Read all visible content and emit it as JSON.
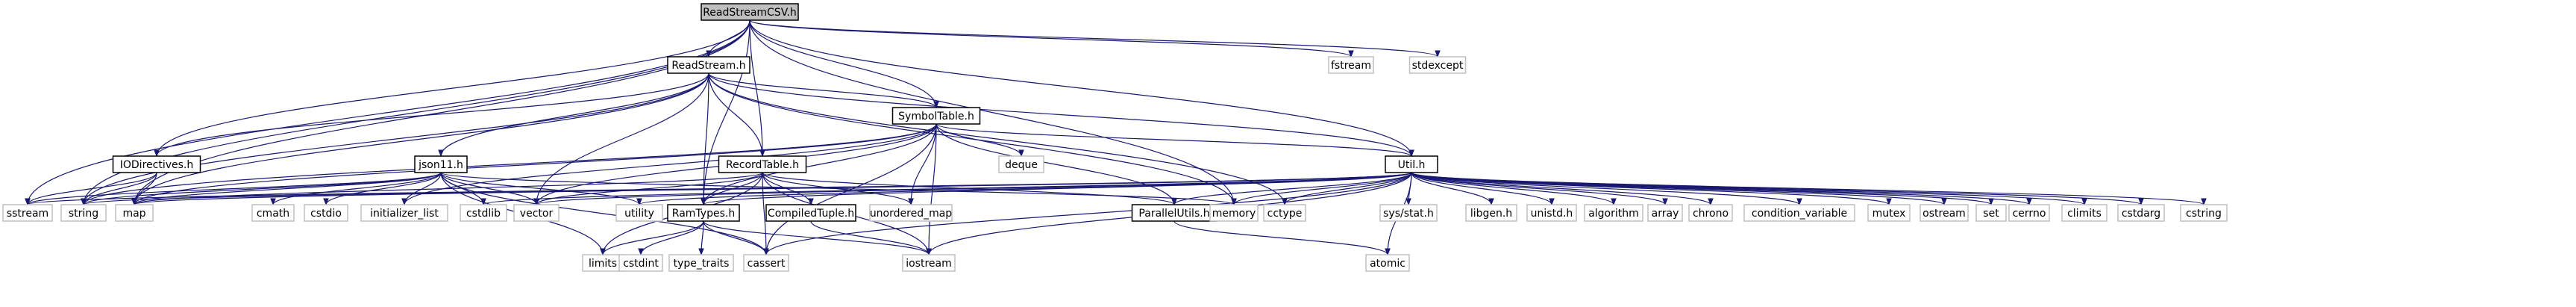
{
  "diagram": {
    "type": "include-dependency-graph",
    "colors": {
      "edge": "#191970",
      "box_border": "#000000",
      "box_fill": "#ffffff",
      "root_fill": "#bfbfbf",
      "external_border": "#bfbfbf",
      "text": "#000000"
    },
    "nodes": [
      {
        "id": "ReadStreamCSV_h",
        "label": "ReadStreamCSV.h",
        "kind": "root"
      },
      {
        "id": "ReadStream_h",
        "label": "ReadStream.h",
        "kind": "internal"
      },
      {
        "id": "fstream",
        "label": "fstream",
        "kind": "external"
      },
      {
        "id": "stdexcept",
        "label": "stdexcept",
        "kind": "external"
      },
      {
        "id": "SymbolTable_h",
        "label": "SymbolTable.h",
        "kind": "internal"
      },
      {
        "id": "IODirectives_h",
        "label": "IODirectives.h",
        "kind": "internal"
      },
      {
        "id": "json11_h",
        "label": "json11.h",
        "kind": "internal"
      },
      {
        "id": "RecordTable_h",
        "label": "RecordTable.h",
        "kind": "internal"
      },
      {
        "id": "Util_h",
        "label": "Util.h",
        "kind": "internal"
      },
      {
        "id": "deque",
        "label": "deque",
        "kind": "external"
      },
      {
        "id": "sstream",
        "label": "sstream",
        "kind": "external"
      },
      {
        "id": "string",
        "label": "string",
        "kind": "external"
      },
      {
        "id": "map",
        "label": "map",
        "kind": "external"
      },
      {
        "id": "cmath",
        "label": "cmath",
        "kind": "external"
      },
      {
        "id": "cstdio",
        "label": "cstdio",
        "kind": "external"
      },
      {
        "id": "initializer_list",
        "label": "initializer_list",
        "kind": "external"
      },
      {
        "id": "cstdlib",
        "label": "cstdlib",
        "kind": "external"
      },
      {
        "id": "vector",
        "label": "vector",
        "kind": "external"
      },
      {
        "id": "utility",
        "label": "utility",
        "kind": "external"
      },
      {
        "id": "RamTypes_h",
        "label": "RamTypes.h",
        "kind": "internal"
      },
      {
        "id": "CompiledTuple_h",
        "label": "CompiledTuple.h",
        "kind": "internal"
      },
      {
        "id": "unordered_map",
        "label": "unordered_map",
        "kind": "external"
      },
      {
        "id": "ParallelUtils_h",
        "label": "ParallelUtils.h",
        "kind": "internal"
      },
      {
        "id": "memory",
        "label": "memory",
        "kind": "external"
      },
      {
        "id": "cctype",
        "label": "cctype",
        "kind": "external"
      },
      {
        "id": "sys_stat_h",
        "label": "sys/stat.h",
        "kind": "external"
      },
      {
        "id": "libgen_h",
        "label": "libgen.h",
        "kind": "external"
      },
      {
        "id": "unistd_h",
        "label": "unistd.h",
        "kind": "external"
      },
      {
        "id": "algorithm",
        "label": "algorithm",
        "kind": "external"
      },
      {
        "id": "array",
        "label": "array",
        "kind": "external"
      },
      {
        "id": "chrono",
        "label": "chrono",
        "kind": "external"
      },
      {
        "id": "condition_variable",
        "label": "condition_variable",
        "kind": "external"
      },
      {
        "id": "mutex",
        "label": "mutex",
        "kind": "external"
      },
      {
        "id": "ostream",
        "label": "ostream",
        "kind": "external"
      },
      {
        "id": "set",
        "label": "set",
        "kind": "external"
      },
      {
        "id": "cerrno",
        "label": "cerrno",
        "kind": "external"
      },
      {
        "id": "climits",
        "label": "climits",
        "kind": "external"
      },
      {
        "id": "cstdarg",
        "label": "cstdarg",
        "kind": "external"
      },
      {
        "id": "cstring",
        "label": "cstring",
        "kind": "external"
      },
      {
        "id": "limits",
        "label": "limits",
        "kind": "external"
      },
      {
        "id": "cstdint",
        "label": "cstdint",
        "kind": "external"
      },
      {
        "id": "type_traits",
        "label": "type_traits",
        "kind": "external"
      },
      {
        "id": "cassert",
        "label": "cassert",
        "kind": "external"
      },
      {
        "id": "iostream",
        "label": "iostream",
        "kind": "external"
      },
      {
        "id": "atomic",
        "label": "atomic",
        "kind": "external"
      }
    ],
    "edges": [
      [
        "ReadStreamCSV_h",
        "ReadStream_h"
      ],
      [
        "ReadStreamCSV_h",
        "fstream"
      ],
      [
        "ReadStreamCSV_h",
        "stdexcept"
      ],
      [
        "ReadStreamCSV_h",
        "SymbolTable_h"
      ],
      [
        "ReadStreamCSV_h",
        "IODirectives_h"
      ],
      [
        "ReadStreamCSV_h",
        "RecordTable_h"
      ],
      [
        "ReadStreamCSV_h",
        "Util_h"
      ],
      [
        "ReadStreamCSV_h",
        "RamTypes_h"
      ],
      [
        "ReadStreamCSV_h",
        "sstream"
      ],
      [
        "ReadStreamCSV_h",
        "string"
      ],
      [
        "ReadStreamCSV_h",
        "map"
      ],
      [
        "ReadStreamCSV_h",
        "memory"
      ],
      [
        "ReadStream_h",
        "SymbolTable_h"
      ],
      [
        "ReadStream_h",
        "IODirectives_h"
      ],
      [
        "ReadStream_h",
        "json11_h"
      ],
      [
        "ReadStream_h",
        "RecordTable_h"
      ],
      [
        "ReadStream_h",
        "Util_h"
      ],
      [
        "ReadStream_h",
        "RamTypes_h"
      ],
      [
        "ReadStream_h",
        "string"
      ],
      [
        "ReadStream_h",
        "map"
      ],
      [
        "ReadStream_h",
        "vector"
      ],
      [
        "ReadStream_h",
        "memory"
      ],
      [
        "ReadStream_h",
        "cctype"
      ],
      [
        "SymbolTable_h",
        "Util_h"
      ],
      [
        "SymbolTable_h",
        "RamTypes_h"
      ],
      [
        "SymbolTable_h",
        "ParallelUtils_h"
      ],
      [
        "SymbolTable_h",
        "deque"
      ],
      [
        "SymbolTable_h",
        "string"
      ],
      [
        "SymbolTable_h",
        "map"
      ],
      [
        "SymbolTable_h",
        "vector"
      ],
      [
        "SymbolTable_h",
        "unordered_map"
      ],
      [
        "SymbolTable_h",
        "cassert"
      ],
      [
        "SymbolTable_h",
        "iostream"
      ],
      [
        "SymbolTable_h",
        "initializer_list"
      ],
      [
        "IODirectives_h",
        "sstream"
      ],
      [
        "IODirectives_h",
        "string"
      ],
      [
        "IODirectives_h",
        "map"
      ],
      [
        "json11_h",
        "sstream"
      ],
      [
        "json11_h",
        "string"
      ],
      [
        "json11_h",
        "map"
      ],
      [
        "json11_h",
        "cmath"
      ],
      [
        "json11_h",
        "cstdio"
      ],
      [
        "json11_h",
        "initializer_list"
      ],
      [
        "json11_h",
        "cstdlib"
      ],
      [
        "json11_h",
        "vector"
      ],
      [
        "json11_h",
        "utility"
      ],
      [
        "json11_h",
        "memory"
      ],
      [
        "json11_h",
        "limits"
      ],
      [
        "json11_h",
        "cassert"
      ],
      [
        "RecordTable_h",
        "RamTypes_h"
      ],
      [
        "RecordTable_h",
        "CompiledTuple_h"
      ],
      [
        "RecordTable_h",
        "ParallelUtils_h"
      ],
      [
        "RecordTable_h",
        "unordered_map"
      ],
      [
        "RecordTable_h",
        "vector"
      ],
      [
        "RecordTable_h",
        "map"
      ],
      [
        "RecordTable_h",
        "limits"
      ],
      [
        "RecordTable_h",
        "cassert"
      ],
      [
        "RecordTable_h",
        "iostream"
      ],
      [
        "Util_h",
        "RamTypes_h"
      ],
      [
        "Util_h",
        "ParallelUtils_h"
      ],
      [
        "Util_h",
        "map"
      ],
      [
        "Util_h",
        "string"
      ],
      [
        "Util_h",
        "sstream"
      ],
      [
        "Util_h",
        "vector"
      ],
      [
        "Util_h",
        "utility"
      ],
      [
        "Util_h",
        "cstdlib"
      ],
      [
        "Util_h",
        "memory"
      ],
      [
        "Util_h",
        "cctype"
      ],
      [
        "Util_h",
        "sys_stat_h"
      ],
      [
        "Util_h",
        "libgen_h"
      ],
      [
        "Util_h",
        "unistd_h"
      ],
      [
        "Util_h",
        "algorithm"
      ],
      [
        "Util_h",
        "array"
      ],
      [
        "Util_h",
        "chrono"
      ],
      [
        "Util_h",
        "condition_variable"
      ],
      [
        "Util_h",
        "mutex"
      ],
      [
        "Util_h",
        "ostream"
      ],
      [
        "Util_h",
        "set"
      ],
      [
        "Util_h",
        "cerrno"
      ],
      [
        "Util_h",
        "climits"
      ],
      [
        "Util_h",
        "cstdarg"
      ],
      [
        "Util_h",
        "cstring"
      ],
      [
        "Util_h",
        "cassert"
      ],
      [
        "Util_h",
        "iostream"
      ],
      [
        "Util_h",
        "atomic"
      ],
      [
        "RamTypes_h",
        "limits"
      ],
      [
        "RamTypes_h",
        "cstdint"
      ],
      [
        "RamTypes_h",
        "type_traits"
      ],
      [
        "RamTypes_h",
        "cassert"
      ],
      [
        "RamTypes_h",
        "iostream"
      ],
      [
        "CompiledTuple_h",
        "iostream"
      ],
      [
        "ParallelUtils_h",
        "atomic"
      ]
    ]
  }
}
